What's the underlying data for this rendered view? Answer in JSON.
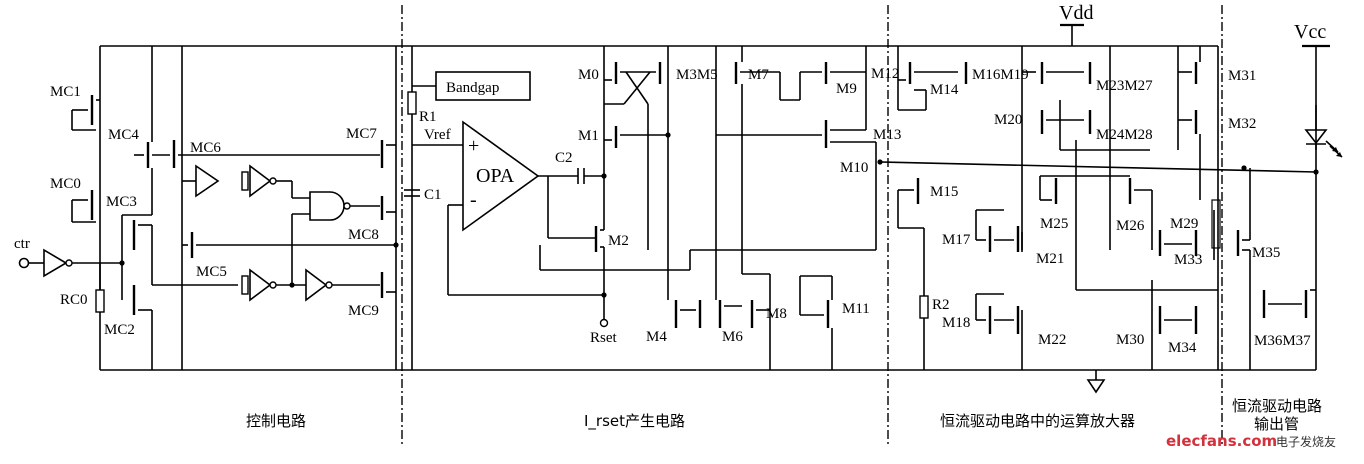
{
  "diagram": {
    "supplies": {
      "vdd": "Vdd",
      "vcc": "Vcc"
    },
    "pins": {
      "ctr": "ctr",
      "rset": "Rset"
    },
    "blocks": {
      "bandgap": "Bandgap",
      "opa": "OPA",
      "opa_plus": "+",
      "opa_minus": "-"
    },
    "nets": {
      "vref": "Vref"
    },
    "passives": {
      "r1": "R1",
      "r2": "R2",
      "rc0": "RC0",
      "c1": "C1",
      "c2": "C2"
    },
    "control_transistors": {
      "mc0": "MC0",
      "mc1": "MC1",
      "mc2": "MC2",
      "mc3": "MC3",
      "mc4": "MC4",
      "mc5": "MC5",
      "mc6": "MC6",
      "mc7": "MC7",
      "mc8": "MC8",
      "mc9": "MC9"
    },
    "transistors": {
      "m0": "M0",
      "m1": "M1",
      "m2": "M2",
      "m3m5": "M3M5",
      "m4": "M4",
      "m6": "M6",
      "m7": "M7",
      "m8": "M8",
      "m9": "M9",
      "m10": "M10",
      "m11": "M11",
      "m12": "M12",
      "m13": "M13",
      "m14": "M14",
      "m15": "M15",
      "m16m19": "M16M19",
      "m17": "M17",
      "m18": "M18",
      "m20": "M20",
      "m21": "M21",
      "m22": "M22",
      "m23m27": "M23M27",
      "m24m28": "M24M28",
      "m25": "M25",
      "m26": "M26",
      "m29": "M29",
      "m30": "M30",
      "m31": "M31",
      "m32": "M32",
      "m33": "M33",
      "m34": "M34",
      "m35": "M35",
      "m36m37": "M36M37"
    },
    "sections": {
      "control": "控制电路",
      "irset": "I_rset产生电路",
      "opamp": "恒流驱动电路中的运算放大器",
      "output_line1": "恒流驱动电路",
      "output_line2": "输出管"
    },
    "watermark": {
      "brand": "elecfans.com",
      "cn": "电子发烧友"
    }
  }
}
